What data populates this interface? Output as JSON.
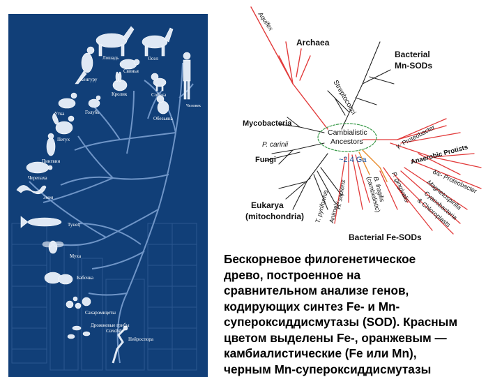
{
  "left_panel": {
    "labels": {
      "horse": "Лошадь",
      "donkey": "Осел",
      "kangaroo": "Кенгуру",
      "pig": "Свинья",
      "human": "Человек",
      "rabbit": "Кролик",
      "dog": "Собака",
      "duck": "Утка",
      "pigeon": "Голубь",
      "monkey": "Обезьяна",
      "rooster": "Петух",
      "penguin": "Пингвин",
      "turtle": "Черепаха",
      "snake": "Змея",
      "tuna": "Тунец",
      "fly": "Муха",
      "butterfly": "Бабочка",
      "saccharomyces": "Сахаромицеты",
      "candida_1": "Дрожжевые грибы",
      "candida_2": "Candida",
      "neurospora": "Нейроспора"
    }
  },
  "tree": {
    "labels": {
      "aquifex": "Aquifex",
      "archaea": "Archaea",
      "bacterial_mn_1": "Bacterial",
      "bacterial_mn_2": "Mn-SODs",
      "streptococci": "Streptococci",
      "mycobacteria": "Mycobacteria",
      "cambialistic_1": "Cambialistic",
      "cambialistic_2": "Ancestors",
      "gamma_proteobacter": "γ- Proteobacter",
      "p_carinii": "P. carinii",
      "fungi": "Fungi",
      "ga": "~2.4 Ga",
      "anaerobic": "Anaerobic Protists",
      "delta_eps": "δ/ε- Proteobacter",
      "magnetospirilla": "Magnetospirilla",
      "cyanobacteria": "Cyanobacteria",
      "chloroplasts": "& Chloroplasts",
      "p_gingivalis": "P. gingivalis",
      "b_fragilis": "B. fragilis",
      "cambialistic_paren": "(cambialistic)",
      "h_sapiens": "H. sapiens",
      "animals": "Animals",
      "t_pyriformis": "T. pyriformis",
      "eukarya": "Eukarya",
      "mitochondria": "(mitochondria)",
      "bacterial_fe": "Bacterial Fe-SODs"
    },
    "colors": {
      "red": "#e23b3b",
      "orange": "#e88a2a",
      "dark": "#222222",
      "ring": "#3a9a4a"
    }
  },
  "caption": {
    "lines": [
      "Бескорневое филогенетическое",
      "древо, построенное на",
      "сравнительном анализе генов,",
      "кодирующих синтез Fe- и Mn-",
      "супероксиддисмутазы (SOD). Красным",
      "цветом выделены Fe-, оранжевым  —",
      "камбиалистические (Fe или Mn),",
      "черным Mn-супероксиддисмутазы"
    ]
  }
}
